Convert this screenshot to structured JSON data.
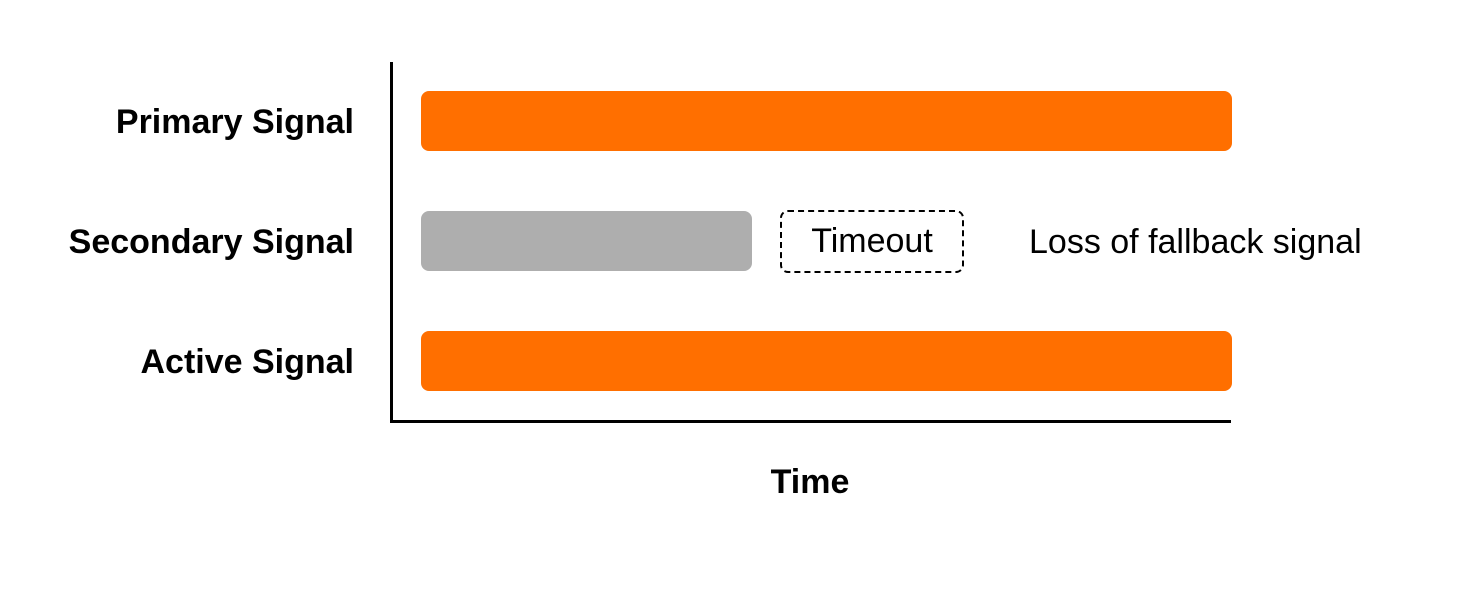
{
  "rows": [
    {
      "label": "Primary Signal"
    },
    {
      "label": "Secondary Signal"
    },
    {
      "label": "Active Signal"
    }
  ],
  "timeout_label": "Timeout",
  "loss_label": "Loss of fallback signal",
  "x_axis_title": "Time",
  "colors": {
    "active": "#FF6F00",
    "inactive": "#AEAEAE",
    "axis": "#000000"
  }
}
